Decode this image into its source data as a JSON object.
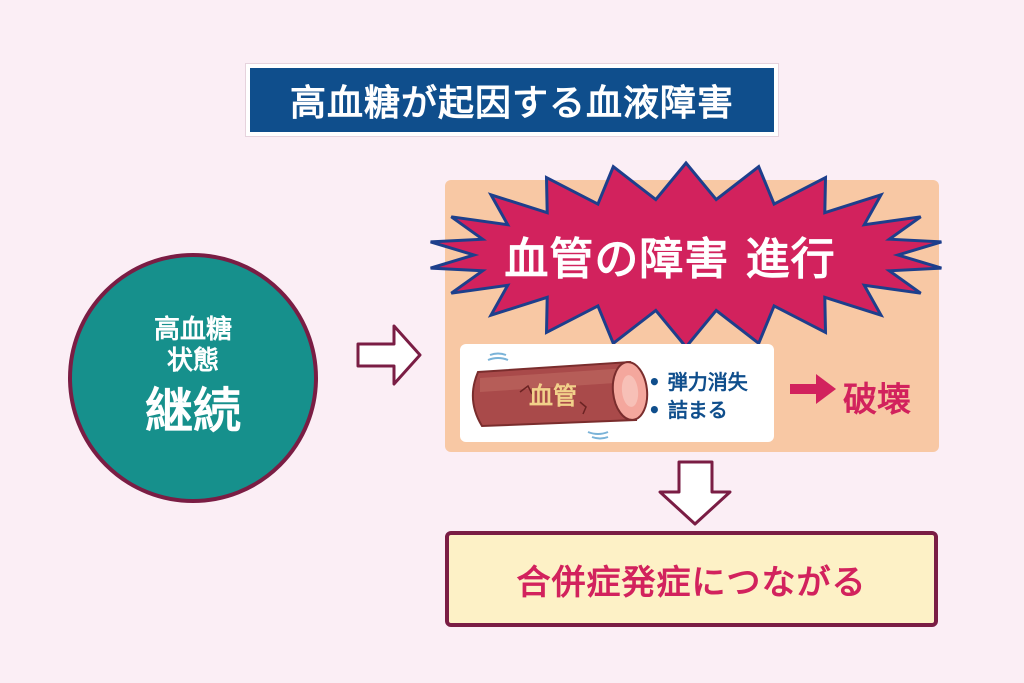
{
  "title": "高血糖が起因する血液障害",
  "condition": {
    "line1": "高血糖",
    "line2": "状態",
    "line3": "継続"
  },
  "progression": {
    "headline": "血管の障害 進行",
    "vessel_label": "血管",
    "effects": [
      "弾力消失",
      "詰まる"
    ],
    "result": "破壊"
  },
  "outcome": "合併症発症につながる",
  "colors": {
    "background": "#fbeef5",
    "title_bg": "#0f4e8c",
    "circle_fill": "#16908c",
    "circle_border": "#7a1d44",
    "panel": "#f8c8a4",
    "starburst": "#d2225d",
    "starburst_border": "#1d3f8c",
    "accent_text": "#d2225d",
    "outcome_bg": "#fdf1c6"
  },
  "icons": [
    "right-arrow-icon",
    "down-arrow-icon",
    "blood-vessel-icon",
    "small-right-arrow-icon"
  ]
}
